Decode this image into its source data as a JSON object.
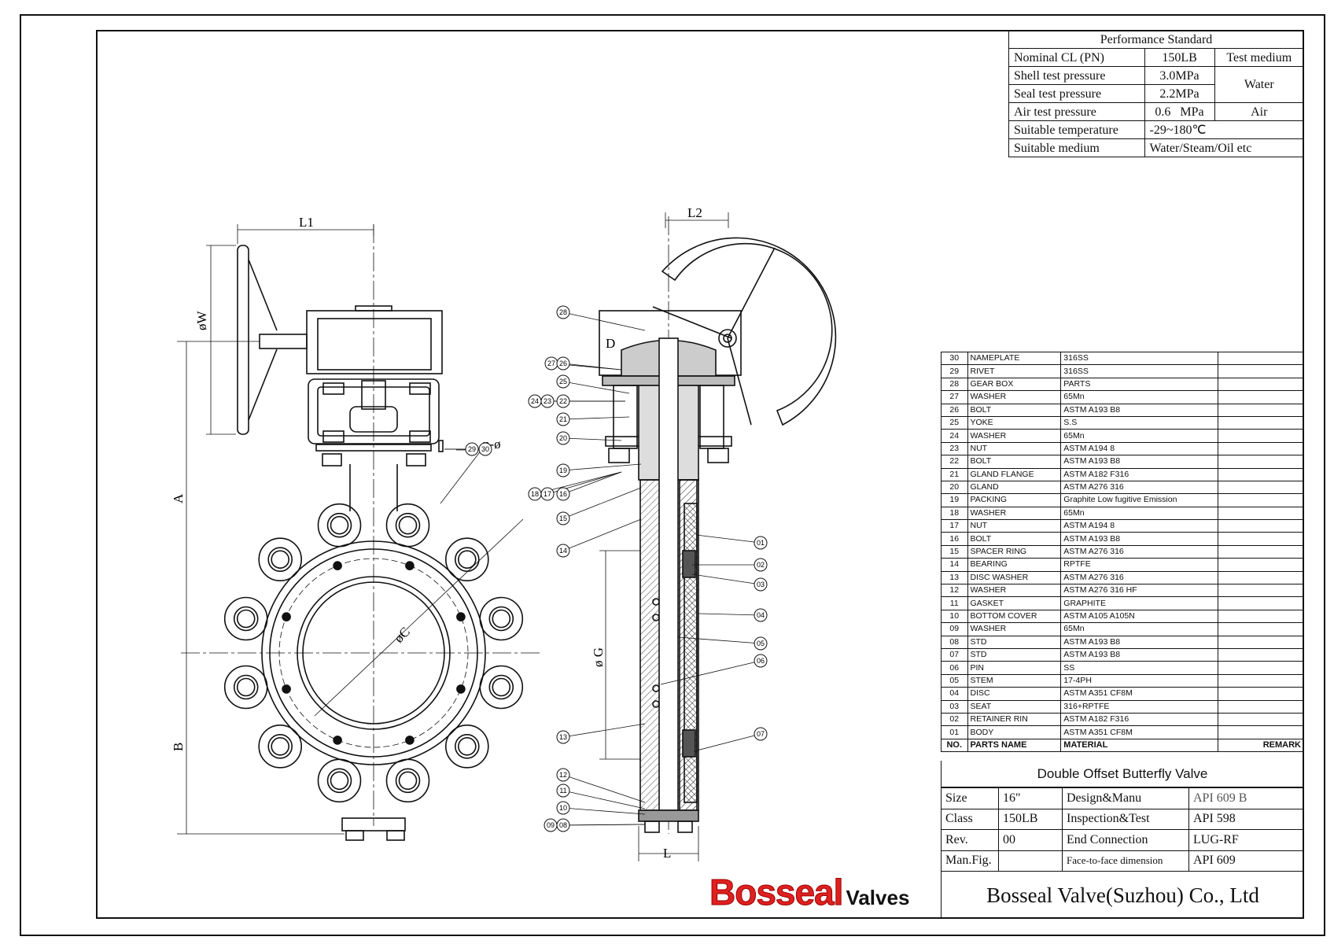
{
  "performance": {
    "header": "Performance Standard",
    "rows": [
      {
        "label": "Nominal CL (PN)",
        "value": "150LB",
        "medium": "Test medium"
      },
      {
        "label": "Shell test pressure",
        "value": "3.0MPa",
        "medium": "Water"
      },
      {
        "label": "Seal test pressure",
        "value": "2.2MPa"
      },
      {
        "label": "Air test pressure",
        "value": "0.6   MPa",
        "medium": "Air"
      },
      {
        "label": "Suitable temperature",
        "value": "-29~180℃"
      },
      {
        "label": "Suitable medium",
        "value": "Water/Steam/Oil etc"
      }
    ]
  },
  "parts": [
    {
      "no": "30",
      "name": "NAMEPLATE",
      "material": "316SS"
    },
    {
      "no": "29",
      "name": "RIVET",
      "material": "316SS"
    },
    {
      "no": "28",
      "name": "GEAR BOX",
      "material": "PARTS"
    },
    {
      "no": "27",
      "name": "WASHER",
      "material": "65Mn"
    },
    {
      "no": "26",
      "name": "BOLT",
      "material": "ASTM A193 B8"
    },
    {
      "no": "25",
      "name": "YOKE",
      "material": "S.S"
    },
    {
      "no": "24",
      "name": "WASHER",
      "material": "65Mn"
    },
    {
      "no": "23",
      "name": "NUT",
      "material": "ASTM A194 8"
    },
    {
      "no": "22",
      "name": "BOLT",
      "material": "ASTM A193 B8"
    },
    {
      "no": "21",
      "name": "GLAND FLANGE",
      "material": "ASTM A182 F316"
    },
    {
      "no": "20",
      "name": "GLAND",
      "material": "ASTM A276 316"
    },
    {
      "no": "19",
      "name": "PACKING",
      "material": "Graphite Low fugitive Emission"
    },
    {
      "no": "18",
      "name": "WASHER",
      "material": "65Mn"
    },
    {
      "no": "17",
      "name": "NUT",
      "material": "ASTM A194 8"
    },
    {
      "no": "16",
      "name": "BOLT",
      "material": "ASTM A193 B8"
    },
    {
      "no": "15",
      "name": "SPACER RING",
      "material": "ASTM A276 316"
    },
    {
      "no": "14",
      "name": "BEARING",
      "material": "RPTFE"
    },
    {
      "no": "13",
      "name": "DISC WASHER",
      "material": "ASTM A276 316"
    },
    {
      "no": "12",
      "name": "WASHER",
      "material": "ASTM A276 316 HF"
    },
    {
      "no": "11",
      "name": "GASKET",
      "material": "GRAPHITE"
    },
    {
      "no": "10",
      "name": "BOTTOM COVER",
      "material": "ASTM A105 A105N"
    },
    {
      "no": "09",
      "name": "WASHER",
      "material": "65Mn"
    },
    {
      "no": "08",
      "name": "STD",
      "material": "ASTM A193 B8"
    },
    {
      "no": "07",
      "name": "STD",
      "material": "ASTM A193 B8"
    },
    {
      "no": "06",
      "name": "PIN",
      "material": "SS"
    },
    {
      "no": "05",
      "name": "STEM",
      "material": "17-4PH"
    },
    {
      "no": "04",
      "name": "DISC",
      "material": "ASTM A351 CF8M"
    },
    {
      "no": "03",
      "name": "SEAT",
      "material": "316+RPTFE"
    },
    {
      "no": "02",
      "name": "RETAINER RIN",
      "material": "ASTM A182 F316"
    },
    {
      "no": "01",
      "name": "BODY",
      "material": "ASTM A351 CF8M"
    }
  ],
  "parts_header": {
    "no": "NO.",
    "name": "PARTS NAME",
    "material": "MATERIAL",
    "remark": "REMARK"
  },
  "title": "Double Offset Butterfly Valve",
  "spec": {
    "size_label": "Size",
    "size_value": "16\"",
    "design_label": "Design&Manu",
    "design_value": "API 609 B",
    "class_label": "Class",
    "class_value": "150LB",
    "insp_label": "Inspection&Test",
    "insp_value": "API 598",
    "rev_label": "Rev.",
    "rev_value": "00",
    "end_label": "End Connection",
    "end_value": "LUG-RF",
    "fig_label": "Man.Fig.",
    "fig_value": "",
    "f2f_label": "Face-to-face dimension",
    "f2f_value": "API 609"
  },
  "company": "Bosseal Valve(Suzhou) Co., Ltd",
  "logo": {
    "big": "Bosseal",
    "small": "Valves"
  },
  "dimensions": {
    "L1": "L1",
    "W": "øW",
    "A": "A",
    "B": "B",
    "C": "øC",
    "L2": "L2",
    "G": "ø G",
    "L": "L",
    "nd": "n-ø"
  },
  "callouts": [
    "28",
    "27",
    "26",
    "25",
    "24",
    "23",
    "22",
    "21",
    "20",
    "19",
    "18",
    "17",
    "16",
    "15",
    "14",
    "13",
    "12",
    "11",
    "10",
    "09",
    "08",
    "01",
    "02",
    "03",
    "04",
    "05",
    "06",
    "07",
    "29",
    "30"
  ]
}
